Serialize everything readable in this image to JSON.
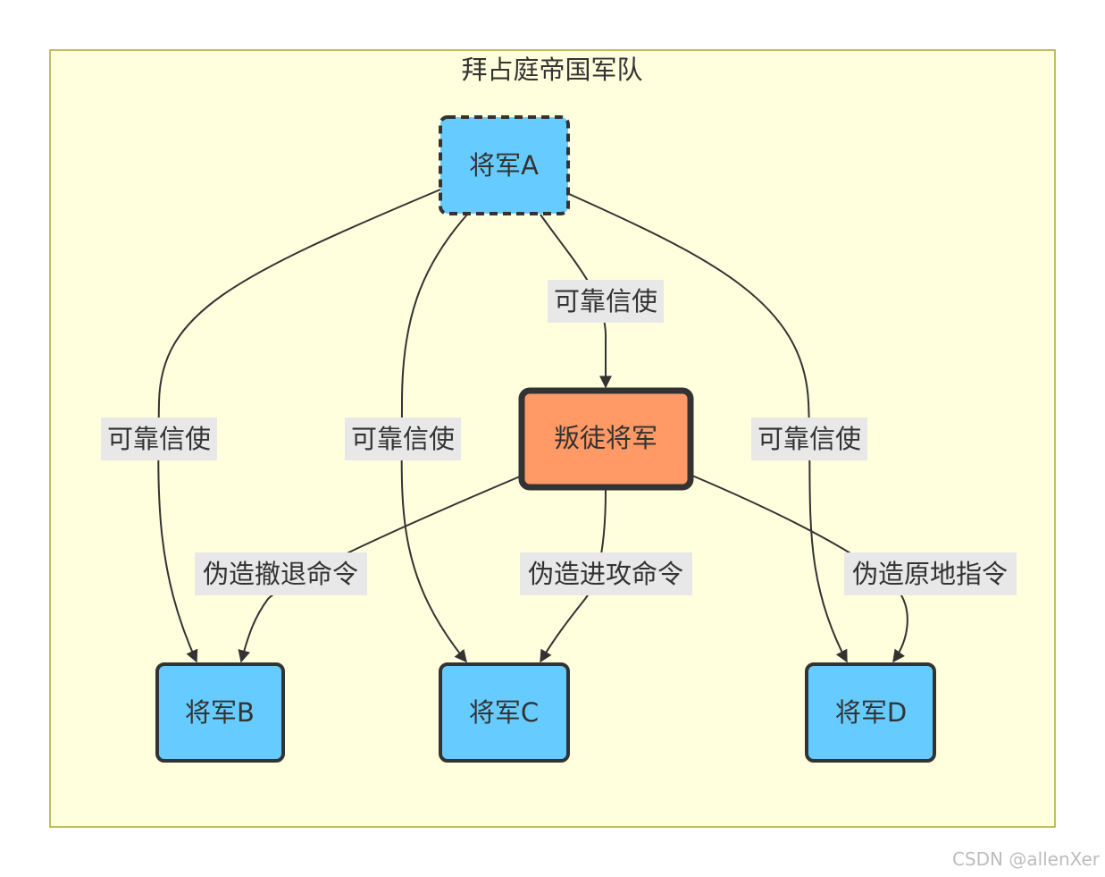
{
  "cluster": {
    "title": "拜占庭帝国军队"
  },
  "nodes": {
    "A": {
      "label": "将军A",
      "fill": "#66ccff",
      "stroke": "#333333",
      "style": "dashed"
    },
    "T": {
      "label": "叛徒将军",
      "fill": "#ff9966",
      "stroke": "#333333",
      "style": "thick"
    },
    "B": {
      "label": "将军B",
      "fill": "#66ccff",
      "stroke": "#333333",
      "style": "solid"
    },
    "C": {
      "label": "将军C",
      "fill": "#66ccff",
      "stroke": "#333333",
      "style": "solid"
    },
    "D": {
      "label": "将军D",
      "fill": "#66ccff",
      "stroke": "#333333",
      "style": "solid"
    }
  },
  "edges": [
    {
      "id": "A-T",
      "from": "将军A",
      "to": "叛徒将军",
      "label": "可靠信使"
    },
    {
      "id": "A-B",
      "from": "将军A",
      "to": "将军B",
      "label": "可靠信使"
    },
    {
      "id": "A-C",
      "from": "将军A",
      "to": "将军C",
      "label": "可靠信使"
    },
    {
      "id": "A-D",
      "from": "将军A",
      "to": "将军D",
      "label": "可靠信使"
    },
    {
      "id": "T-B",
      "from": "叛徒将军",
      "to": "将军B",
      "label": "伪造撤退命令"
    },
    {
      "id": "T-C",
      "from": "叛徒将军",
      "to": "将军C",
      "label": "伪造进攻命令"
    },
    {
      "id": "T-D",
      "from": "叛徒将军",
      "to": "将军D",
      "label": "伪造原地指令"
    }
  ],
  "watermark": "CSDN @allenXer"
}
